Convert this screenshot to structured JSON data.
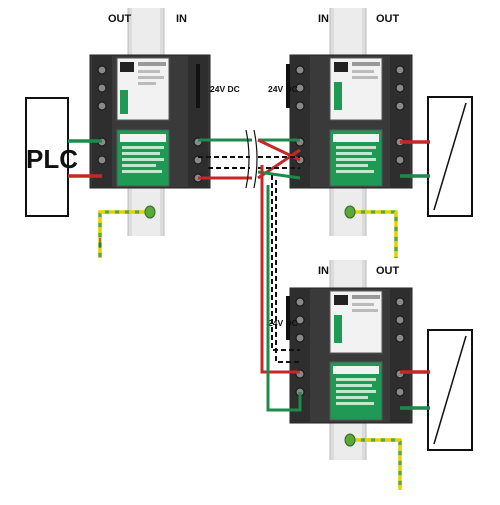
{
  "labels": {
    "out": "OUT",
    "in": "IN",
    "voltage": "24V DC",
    "plc": "PLC"
  },
  "colors": {
    "wire_red": "#c62828",
    "wire_green": "#1e8a4c",
    "ground_green": "#5aa83a",
    "ground_yellow": "#e3d200",
    "module_dark": "#3a3a3a",
    "label_green": "#1f9a55",
    "rail": "#d8d8d8"
  },
  "icons": [
    "ground-icon",
    "screw-terminal-icon",
    "sensor-icon",
    "wire-break-icon"
  ]
}
